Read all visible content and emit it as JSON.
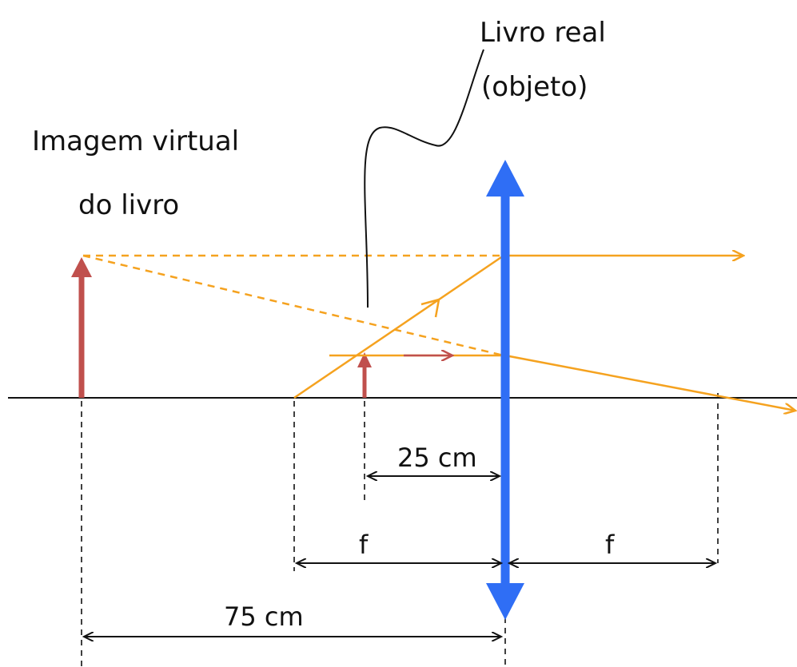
{
  "labels": {
    "real_book": "Livro real",
    "real_book_obj": "(objeto)",
    "virtual_image_l1": "Imagem virtual",
    "virtual_image_l2": "do livro"
  },
  "dimensions": {
    "object_distance": "25 cm",
    "focal_left": "f",
    "focal_right": "f",
    "image_distance": "75 cm"
  },
  "colors": {
    "lens": "#2f6ef5",
    "ray": "#f5a21f",
    "object_arrow": "#c0504d",
    "axis": "#111111"
  }
}
